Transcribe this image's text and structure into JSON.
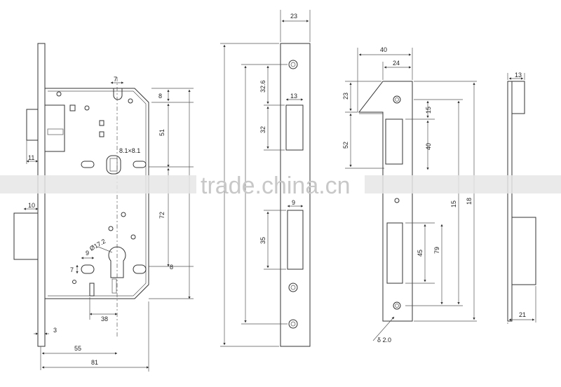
{
  "watermark": "trade.china.cn",
  "lock_body": {
    "dims": {
      "d7_top": "7",
      "d8_top": "8",
      "d51": "51",
      "d8_1": "8.1×8.1",
      "d11": "11",
      "d10": "10",
      "d72": "72",
      "d17_2": "Ø17.2",
      "d9": "9",
      "d7_side": "7",
      "d8_right": "8",
      "d38": "38",
      "d3": "3",
      "d55": "55",
      "d81": "81"
    }
  },
  "faceplate": {
    "dims": {
      "d23": "23",
      "d32_6": "32.6",
      "d13": "13",
      "d32": "32",
      "d9": "9",
      "d35": "35"
    }
  },
  "strike_plate": {
    "dims": {
      "d40_top": "40",
      "d24": "24",
      "d23": "23",
      "d15_a": "15",
      "d52": "52",
      "d40_v": "40",
      "d15_b": "15",
      "d18": "18",
      "d45": "45",
      "d79": "79",
      "d_thick": "δ 2.0"
    }
  },
  "side_view": {
    "dims": {
      "d13": "13",
      "d21": "21"
    }
  }
}
